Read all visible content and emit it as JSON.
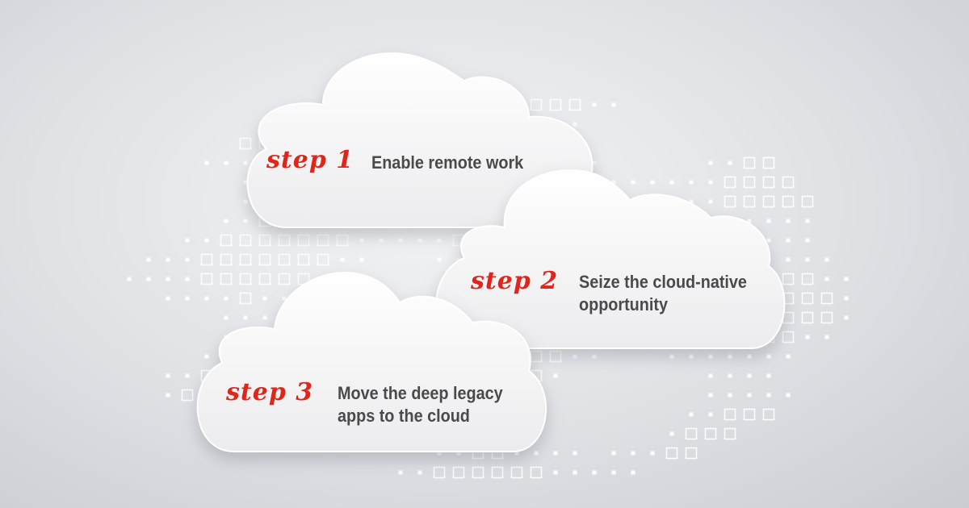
{
  "steps": [
    {
      "label": "step 1",
      "text": "Enable remote work"
    },
    {
      "label": "step 2",
      "text": "Seize the cloud-native opportunity"
    },
    {
      "label": "step 3",
      "text": "Move the deep legacy apps to the cloud"
    }
  ],
  "colors": {
    "accent": "#e0261b",
    "text": "#4a4a4a",
    "cloud": "#f7f7f8"
  }
}
